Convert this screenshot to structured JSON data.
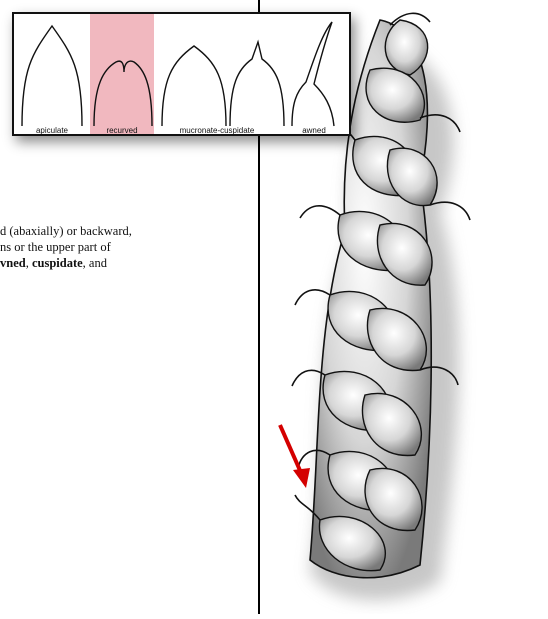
{
  "tip_types": {
    "highlight_color": "#f1b8bf",
    "items": [
      {
        "label": "apiculate",
        "highlighted": false
      },
      {
        "label": "recurved",
        "highlighted": true
      },
      {
        "label": "mucronate-cuspidate",
        "highlighted": false
      },
      {
        "label": "awned",
        "highlighted": false
      }
    ]
  },
  "description": {
    "line1": "d (abaxially) or backward,",
    "line2": "ns or the upper part of",
    "line3_awned": "vned",
    "line3_sep1": ", ",
    "line3_cuspidate": "cuspidate",
    "line3_tail": ", and"
  },
  "illustration": {
    "arrow_color": "#d40000"
  }
}
